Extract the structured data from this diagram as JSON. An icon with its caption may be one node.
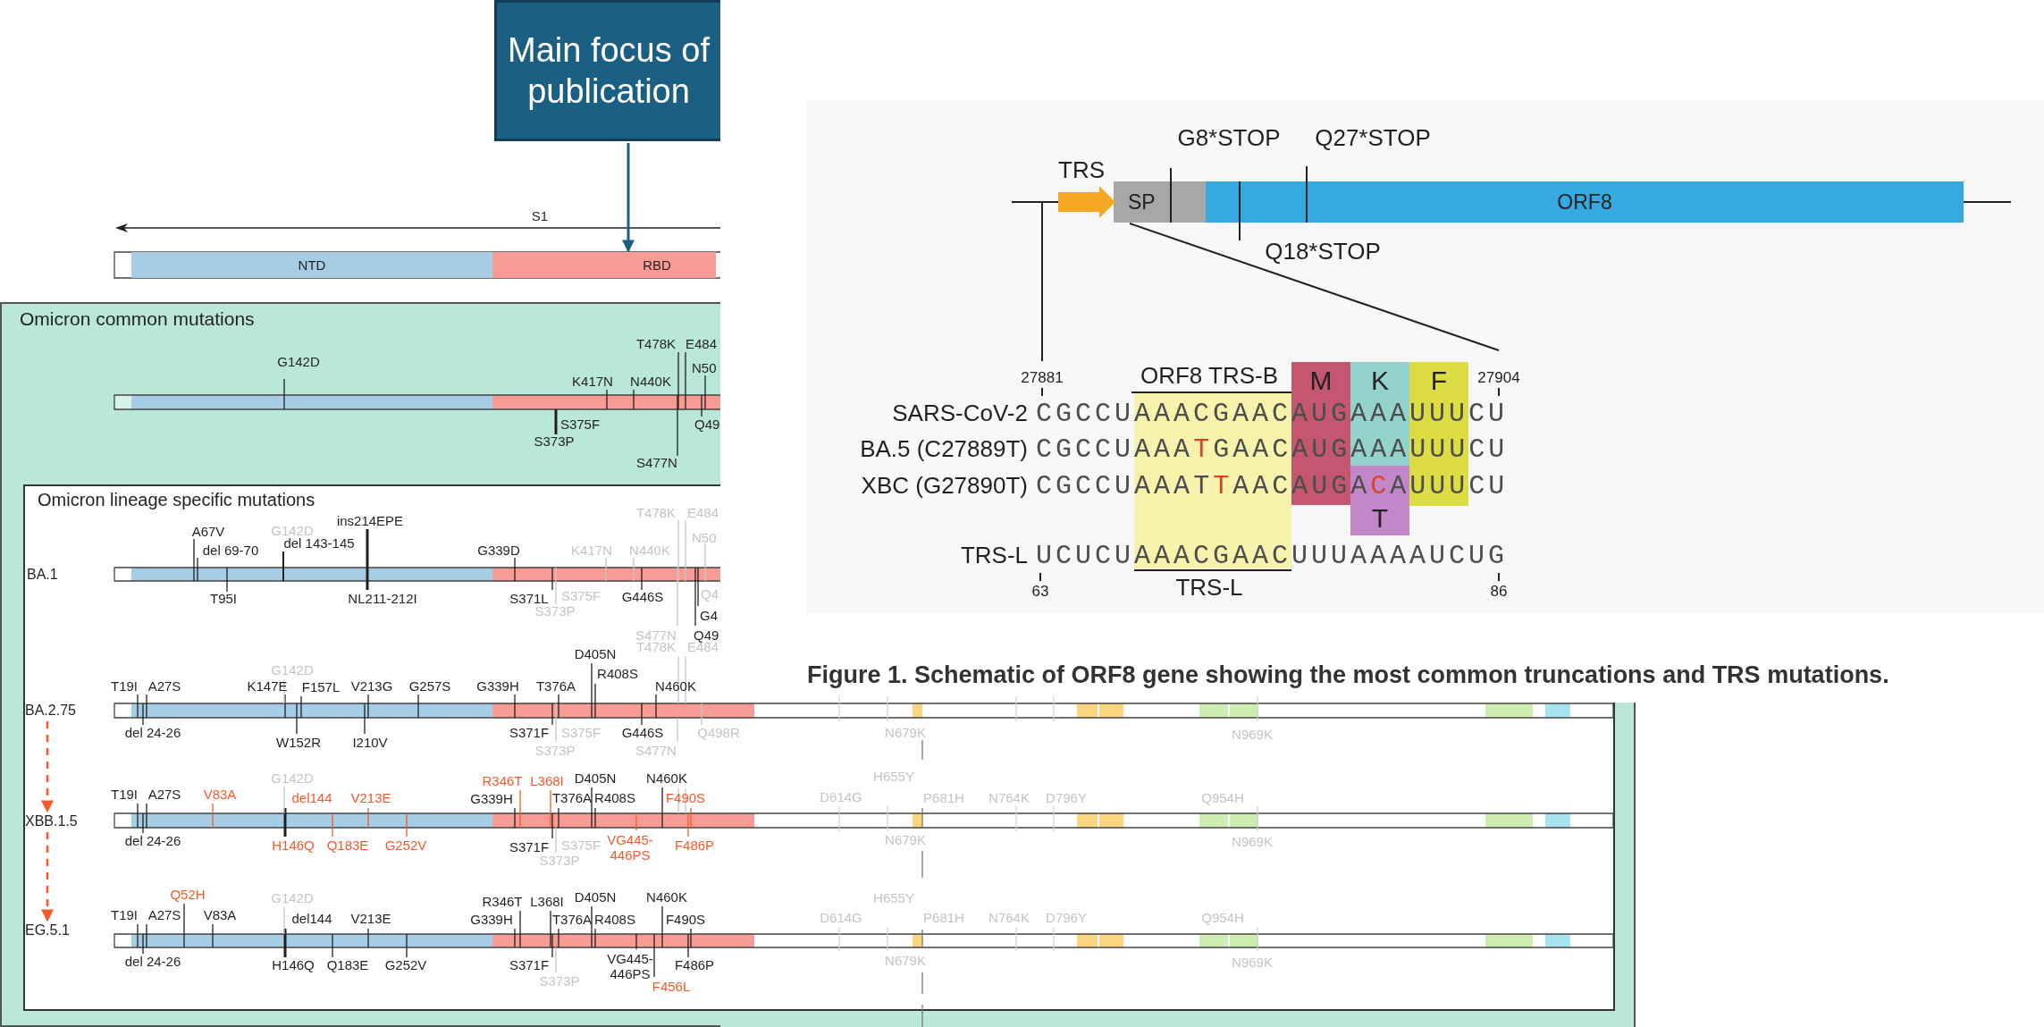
{
  "diagram": {
    "caption": "Figure 1. Schematic of ORF8 gene showing the most common truncations and TRS mutations.",
    "nodes": [
      {
        "text": [
          "Main focus of publication"
        ]
      },
      {
        "text": [
          "NTD"
        ]
      },
      {
        "text": [
          "RBD"
        ]
      },
      {
        "text": [
          "Omicron common mutations"
        ]
      },
      {
        "text": [
          "Omicron lineage specific mutations"
        ],
        "in": 3
      },
      {
        "text": [
          "BA.2.75"
        ],
        "in": 4
      },
      {
        "text": [
          "XBB.1.5"
        ],
        "in": 4
      },
      {
        "text": [
          "EG.5.1"
        ],
        "in": 4
      },
      {
        "text": [
          "SP"
        ]
      },
      {
        "text": [
          "ORF8"
        ]
      },
      {
        "text": [
          "M"
        ]
      },
      {
        "text": [
          "K"
        ]
      },
      {
        "text": [
          "F"
        ]
      },
      {
        "text": [
          "T"
        ]
      }
    ],
    "edges": [
      {
        "from": 0,
        "to": 2,
        "arrow": "to",
        "color": "#1b5f82"
      },
      {
        "from": 5,
        "to": 6,
        "arrow": "to",
        "style": "dashed",
        "color": "#f15a2b"
      },
      {
        "from": 6,
        "to": 7,
        "arrow": "to",
        "style": "dashed",
        "color": "#f15a2b"
      }
    ],
    "labels": [
      "S1",
      "T478K",
      "E484",
      "N50",
      "G142D",
      "K417N",
      "N440K",
      "S375F",
      "Q49",
      "S373P",
      "S477N",
      "BA.1",
      "ins214EPE",
      "T478K",
      "E484",
      "A67V",
      "G142D",
      "N50",
      "del 143-145",
      "del 69-70",
      "G339D",
      "K417N",
      "N440K",
      "T95I",
      "NL211-212I",
      "S371L",
      "S375F",
      "G446S",
      "Q4",
      "S373P",
      "G4",
      "S477N",
      "Q49",
      "D405N",
      "T478K",
      "E484",
      "G142D",
      "R408S",
      "T19I",
      "A27S",
      "K147E",
      "F157L",
      "V213G",
      "G257S",
      "G339H",
      "T376A",
      "N460K",
      "del 24-26",
      "S371F",
      "S375F",
      "G446S",
      "Q498R",
      "N679K",
      "N969K",
      "W152R",
      "I210V",
      "S373P",
      "S477N",
      "G142D",
      "R346T",
      "L368I",
      "D405N",
      "N460K",
      "H655Y",
      "T19I",
      "A27S",
      "V83A",
      "del144",
      "V213E",
      "G339H",
      "T376A",
      "R408S",
      "F490S",
      "D614G",
      "P681H",
      "N764K",
      "D796Y",
      "Q954H",
      "del 24-26",
      "H146Q",
      "Q183E",
      "G252V",
      "S371F",
      "S375F",
      "VG445- 446PS",
      "F486P",
      "N679K",
      "N969K",
      "S373P",
      "Q52H",
      "G142D",
      "R346T",
      "L368I",
      "D405N",
      "N460K",
      "H655Y",
      "T19I",
      "A27S",
      "V83A",
      "del144",
      "V213E",
      "G339H",
      "T376A",
      "R408S",
      "F490S",
      "D614G",
      "P681H",
      "N764K",
      "D796Y",
      "Q954H",
      "del 24-26",
      "H146Q",
      "Q183E",
      "G252V",
      "S371F",
      "VG445- 446PS",
      "F486P",
      "N679K",
      "N969K",
      "S373P",
      "F456L",
      "G8*STOP",
      "Q27*STOP",
      "TRS",
      "Q18*STOP",
      "27881",
      "ORF8 TRS-B",
      "27904",
      "SARS-CoV-2",
      "CGCCUAAACGAACAUGAAAUUUCU",
      "BA.5 (C27889T)",
      "CGCCUAAATGAACAUGAAAUUUCU",
      "XBC (G27890T)",
      "CGCCUAAATTAACAUGACAUUUCU",
      "TRS-L",
      "UCUCUAAACGAACUUUAAAAUCUG",
      "63",
      "TRS-L",
      "86"
    ]
  }
}
